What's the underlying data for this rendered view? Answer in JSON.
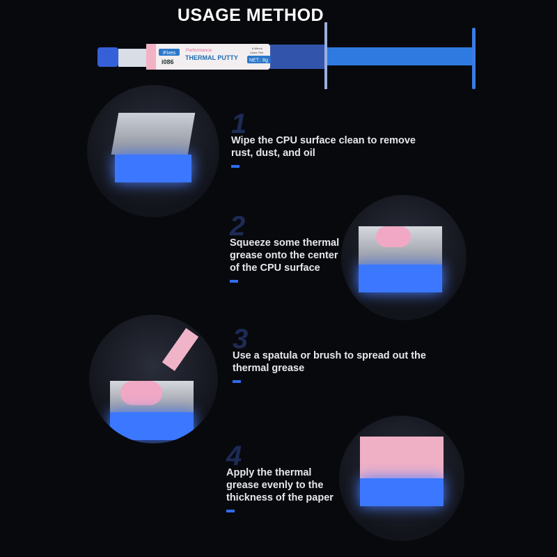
{
  "title": "USAGE METHOD",
  "product": {
    "brand": "iFixes",
    "model": "i086",
    "line": "Performance",
    "name": "THERMAL PUTTY",
    "spec": "6 W/m.k",
    "colour": "Colour: Pink",
    "net": "NET.: 8g"
  },
  "steps": [
    {
      "number": "1",
      "text": "Wipe the CPU surface clean to remove rust, dust, and oil"
    },
    {
      "number": "2",
      "text": "Squeeze some thermal grease onto the center of the CPU surface"
    },
    {
      "number": "3",
      "text": "Use a spatula or brush to spread out the thermal grease"
    },
    {
      "number": "4",
      "text": "Apply the thermal grease evenly to the thickness of the paper"
    }
  ],
  "colors": {
    "accent": "#2f6cf0",
    "grease": "#f0a8c4",
    "background": "#08090d"
  }
}
